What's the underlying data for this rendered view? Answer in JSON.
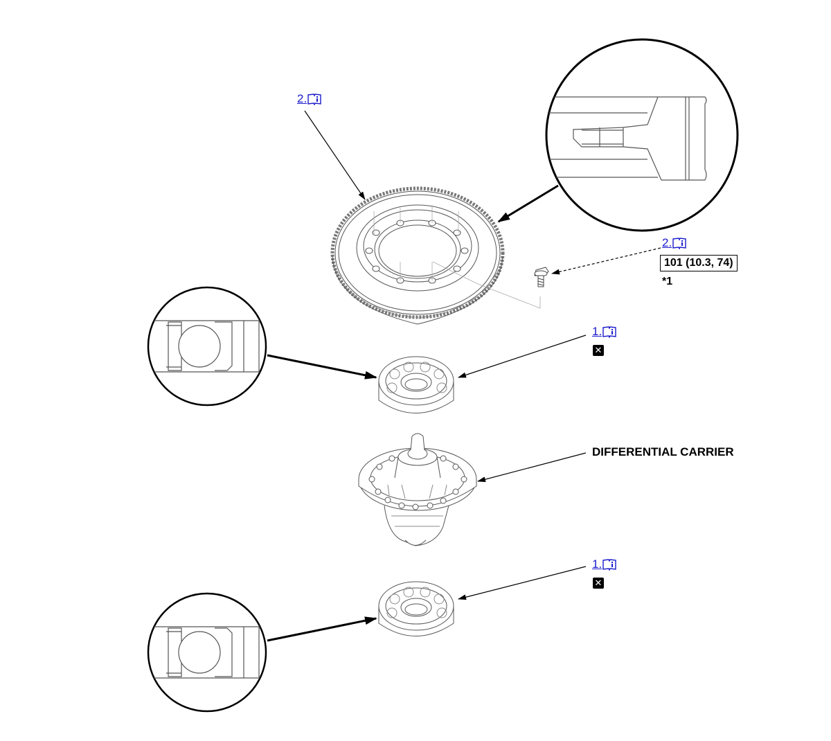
{
  "links": {
    "gear_ref": "2.",
    "bolt_ref": "2.",
    "upper_bearing_ref": "1.",
    "lower_bearing_ref": "1."
  },
  "torque_spec": "101 (10.3, 74)",
  "bolt_note": "*1",
  "replace_symbol": "✕",
  "labels": {
    "differential_carrier": "DIFFERENTIAL CARRIER"
  },
  "icons": {
    "ref_icon": "book-info-icon",
    "replace_icon": "replace-part-icon"
  },
  "colors": {
    "link": "#1a1acc",
    "line": "#000000",
    "part_outline": "#555555"
  }
}
